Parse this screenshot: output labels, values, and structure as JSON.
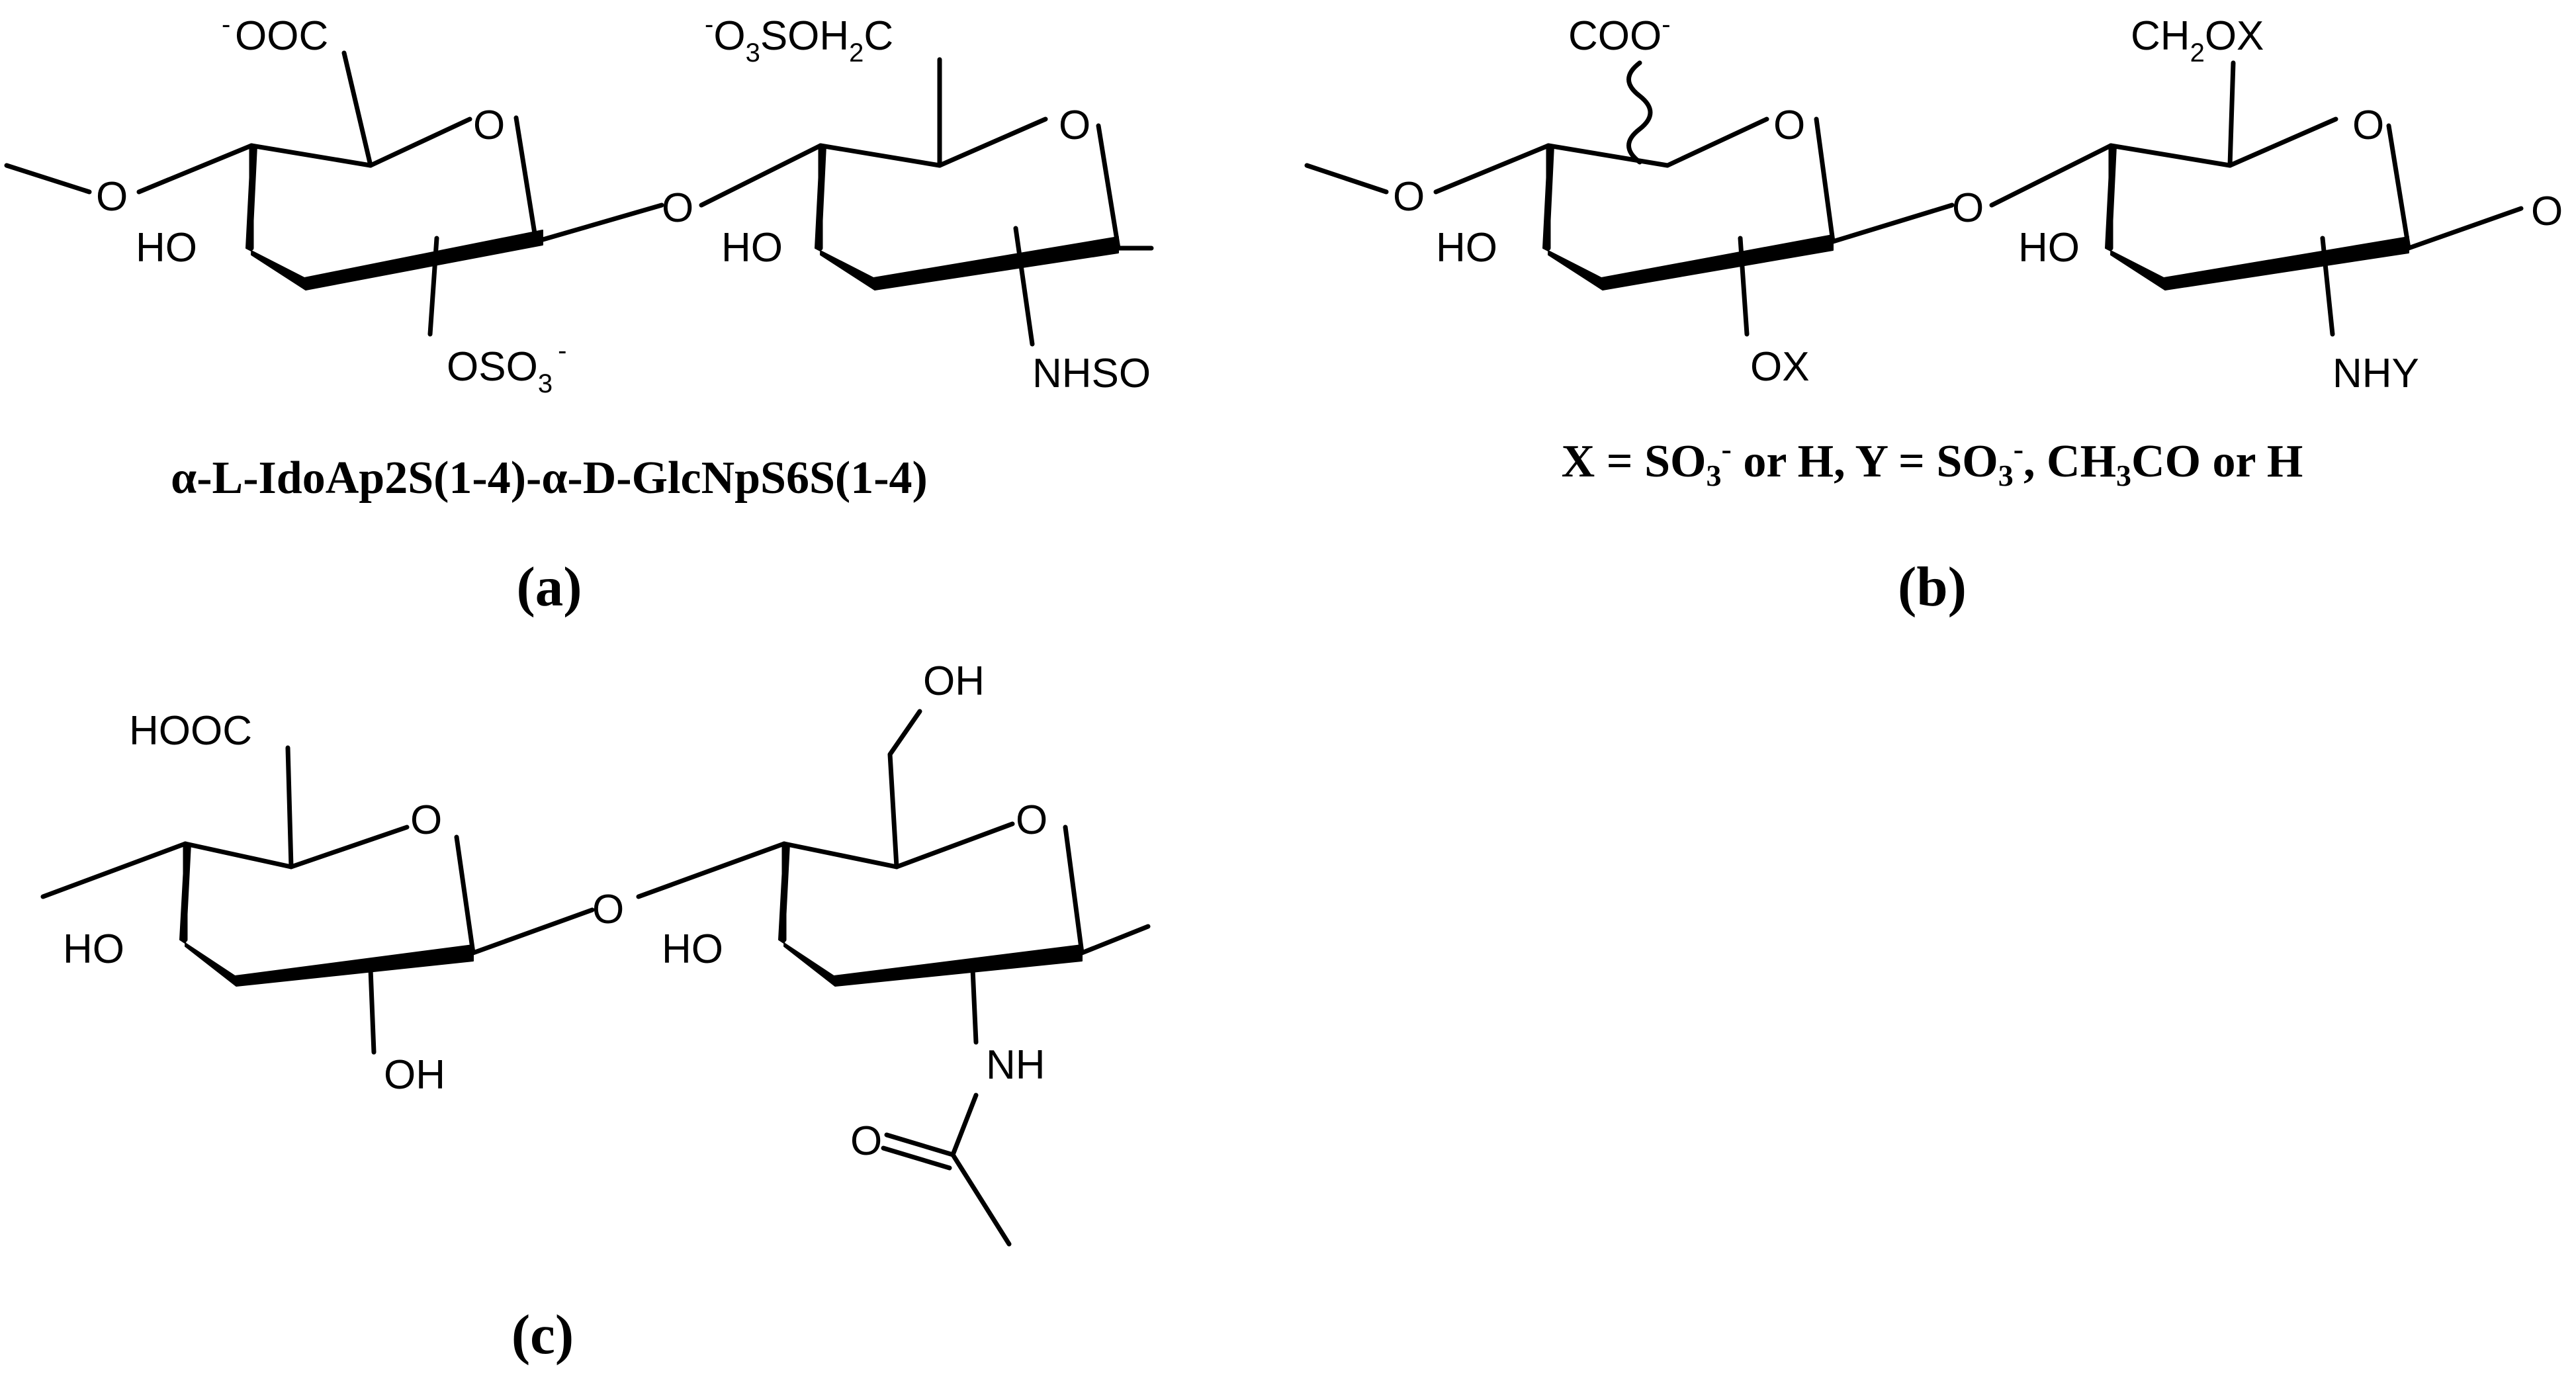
{
  "panels": {
    "a": {
      "label": "(a)",
      "caption": "α-L-IdoAp2S(1-4)-α-D-GlcNpS6S(1-4)",
      "atoms": {
        "carboxylate_charge": "-",
        "carboxylate": "OOC",
        "ring_o_1": "O",
        "link_o_left": "O",
        "ho_1": "HO",
        "o2_sulfate": "OSO",
        "o2_sub": "3",
        "o2_charge": "-",
        "glycosidic_o": "O",
        "sulfate6_charge": "-",
        "sulfate6_a": "O",
        "sulfate6_sub1": "3",
        "sulfate6_b": "SOH",
        "sulfate6_sub2": "2",
        "sulfate6_c": "C",
        "ring_o_2": "O",
        "ho_2": "HO",
        "nh_sulfate": "NHSO"
      }
    },
    "b": {
      "label": "(b)",
      "caption_parts": {
        "p1": "X = SO",
        "s1": "3",
        "c1": "-",
        "p2": " or H, Y = SO",
        "s2": "3",
        "c2": "-",
        "p3": ", CH",
        "s3": "3",
        "p4": "CO or H"
      },
      "atoms": {
        "carboxylate": "COO",
        "carboxylate_charge": "-",
        "ring_o_1": "O",
        "link_o_left": "O",
        "ho_1": "HO",
        "ox_2": "OX",
        "glycosidic_o": "O",
        "ch2ox_a": "CH",
        "ch2ox_sub": "2",
        "ch2ox_b": "OX",
        "ring_o_2": "O",
        "ho_2": "HO",
        "nhy": "NHY",
        "end_o": "O"
      }
    },
    "c": {
      "label": "(c)",
      "atoms": {
        "carboxyl": "HOOC",
        "ring_o_1": "O",
        "ho_1": "HO",
        "oh_2": "OH",
        "glycosidic_o": "O",
        "oh_6": "OH",
        "ring_o_2": "O",
        "ho_2": "HO",
        "nh": "NH",
        "carbonyl_o": "O"
      }
    }
  }
}
